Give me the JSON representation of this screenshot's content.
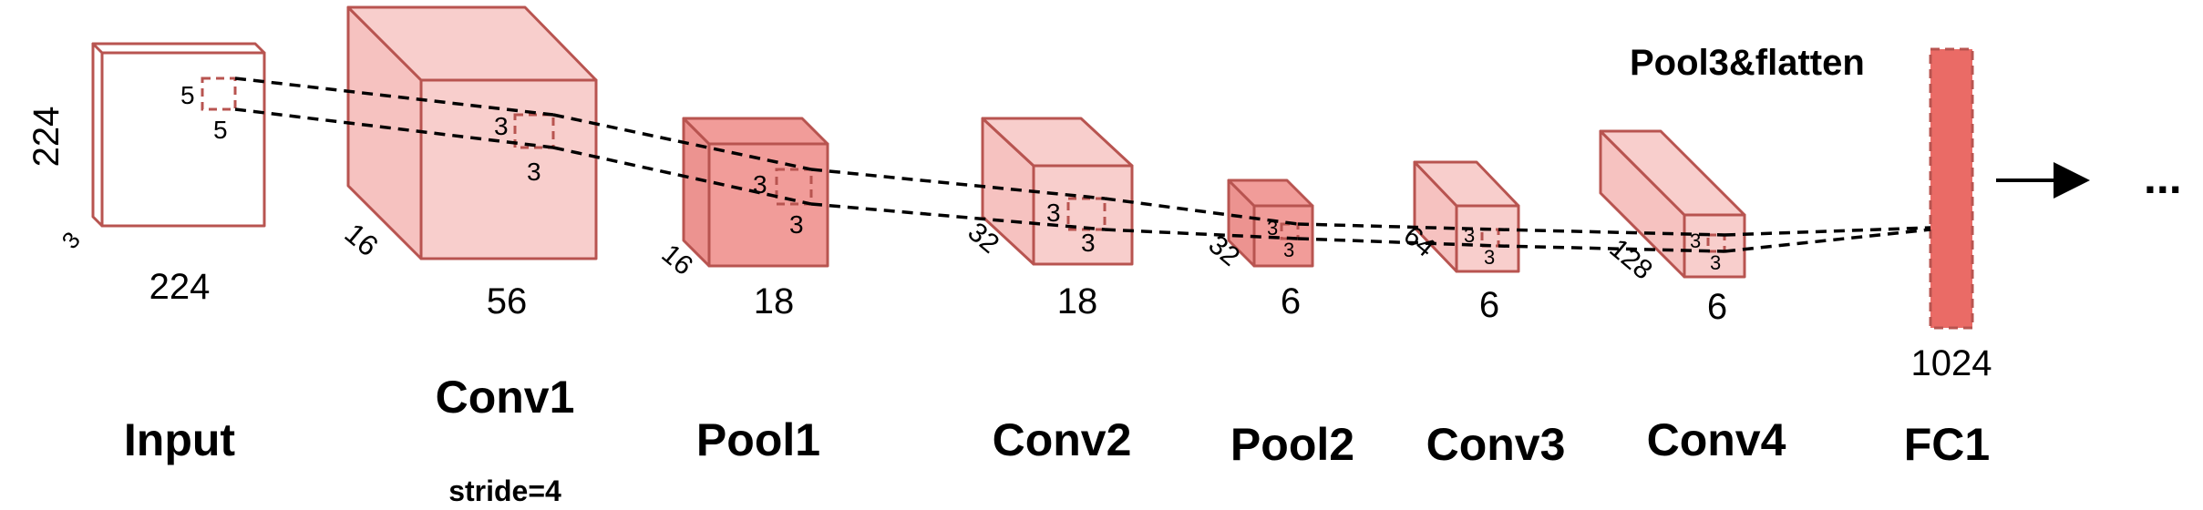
{
  "colors": {
    "conv_face": "#f8cecc",
    "conv_side": "#f6c2c0",
    "pool_face": "#f19c99",
    "pool_side": "#ec9390",
    "fc_fill": "#ea6b66",
    "stroke": "#b85450",
    "input_face": "#ffffff"
  },
  "input": {
    "name": "Input",
    "height_label": "224",
    "width_label": "224",
    "depth_label": "3",
    "kernel_w_label": "5",
    "kernel_h_label": "5"
  },
  "conv1": {
    "name": "Conv1",
    "note": "stride=4",
    "width_label": "56",
    "depth_label": "16",
    "kernel_w_label": "3",
    "kernel_h_label": "3"
  },
  "pool1": {
    "name": "Pool1",
    "width_label": "18",
    "depth_label": "16",
    "kernel_w_label": "3",
    "kernel_h_label": "3"
  },
  "conv2": {
    "name": "Conv2",
    "width_label": "18",
    "depth_label": "32",
    "kernel_w_label": "3",
    "kernel_h_label": "3"
  },
  "pool2": {
    "name": "Pool2",
    "width_label": "6",
    "depth_label": "32",
    "kernel_w_label": "3",
    "kernel_h_label": "3"
  },
  "conv3": {
    "name": "Conv3",
    "width_label": "6",
    "depth_label": "64",
    "kernel_w_label": "3",
    "kernel_h_label": "3"
  },
  "conv4": {
    "name": "Conv4",
    "width_label": "6",
    "depth_label": "128",
    "kernel_w_label": "3",
    "kernel_h_label": "3"
  },
  "fc1": {
    "name": "FC1",
    "title": "Pool3&flatten",
    "size_label": "1024"
  },
  "continuation": "..."
}
